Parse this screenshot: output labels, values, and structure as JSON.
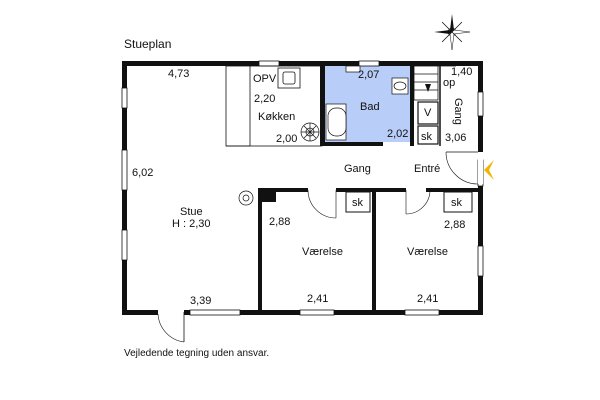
{
  "plan_title": "Stueplan",
  "disclaimer": "Vejledende tegning uden ansvar.",
  "colors": {
    "wall": "#111111",
    "bathroom_fill": "#b8cdf7",
    "entrance_arrow": "#f2b400",
    "window": "#ffffff"
  },
  "compass_icon": "compass-rose-icon",
  "rooms": {
    "living": {
      "name": "Stue",
      "height": "H : 2,30",
      "dim_top": "4,73",
      "dim_left": "6,02",
      "dim_bottom": "3,39"
    },
    "kitchen": {
      "name": "Køkken",
      "dim_a": "2,20",
      "dim_b": "2,00",
      "utility_label": "OPV"
    },
    "bathroom": {
      "name": "Bad",
      "dim_top": "2,07",
      "dim_bottom": "2,02"
    },
    "stair": {
      "label": "op",
      "dim": "1,40"
    },
    "side_hall": {
      "name": "Gang",
      "dim": "3,06"
    },
    "hall": {
      "name": "Gang"
    },
    "entry": {
      "name": "Entré"
    },
    "bedroom_left": {
      "name": "Værelse",
      "dim_side": "2,88",
      "dim_bottom": "2,41"
    },
    "bedroom_right": {
      "name": "Værelse",
      "dim_side": "2,88",
      "dim_bottom": "2,41"
    }
  },
  "fixtures": {
    "v_label": "V",
    "closet_label": "sk"
  }
}
